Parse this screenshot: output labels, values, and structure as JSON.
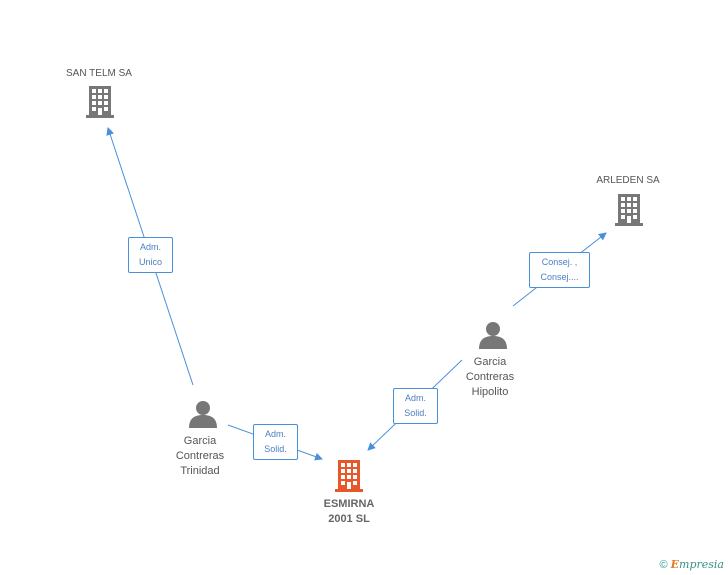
{
  "nodes": {
    "san_telm": {
      "label": "SAN TELM SA"
    },
    "arleden": {
      "label": "ARLEDEN SA"
    },
    "esmirna": {
      "line1": "ESMIRNA",
      "line2": "2001 SL"
    },
    "trinidad": {
      "line1": "Garcia",
      "line2": "Contreras",
      "line3": "Trinidad"
    },
    "hipolito": {
      "line1": "Garcia",
      "line2": "Contreras",
      "line3": "Hipolito"
    }
  },
  "edges": {
    "trinidad_santelm": {
      "line1": "Adm.",
      "line2": "Unico"
    },
    "trinidad_esmirna": {
      "line1": "Adm.",
      "line2": "Solid."
    },
    "hipolito_esmirna": {
      "line1": "Adm.",
      "line2": "Solid."
    },
    "hipolito_arleden": {
      "line1": "Consej. ,",
      "line2": "Consej...."
    }
  },
  "footer": {
    "copyright": "©",
    "brand_first": "E",
    "brand_rest": "mpresia"
  },
  "colors": {
    "edge": "#4a90d9",
    "building": "#777777",
    "focus_building": "#e8572a",
    "person": "#777777"
  }
}
